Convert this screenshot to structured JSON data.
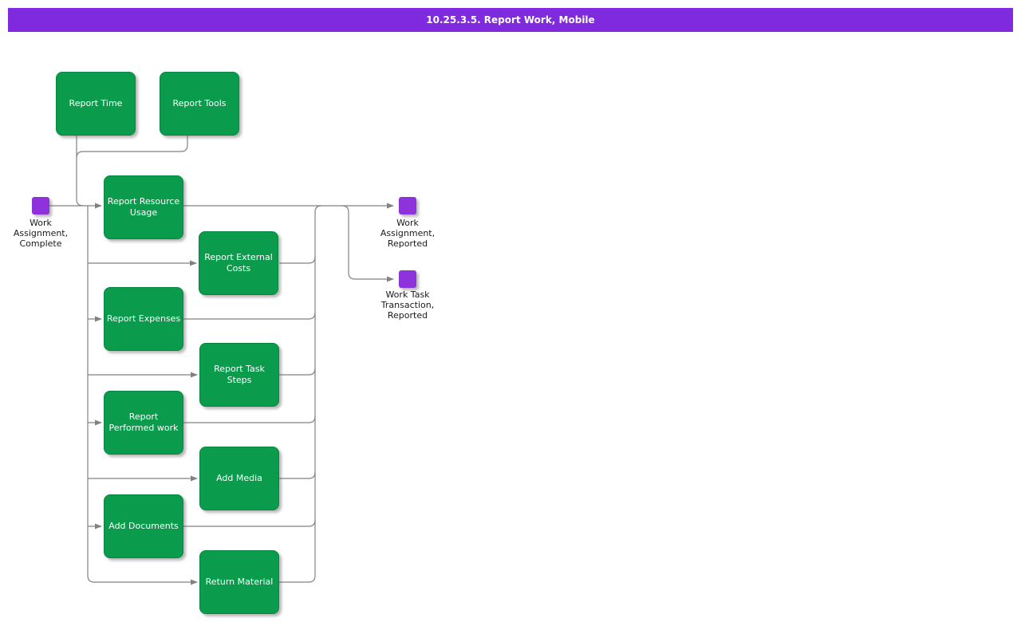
{
  "header": {
    "title": "10.25.3.5. Report Work, Mobile"
  },
  "colors": {
    "header_bg": "#7F2ADF",
    "header_text": "#FFFFFF",
    "activity_fill": "#0A9C4C",
    "activity_text": "#FFFFFF",
    "event_fill": "#8E32DB",
    "connector_line": "#828282",
    "label_text": "#1A1A1A",
    "page_bg": "#FFFFFF"
  },
  "activities": [
    {
      "label": "Report Time"
    },
    {
      "label": "Report Tools"
    },
    {
      "label": "Report Resource\nUsage"
    },
    {
      "label": "Report External\nCosts"
    },
    {
      "label": "Report Expenses"
    },
    {
      "label": "Report Task\nSteps"
    },
    {
      "label": "Report\nPerformed work"
    },
    {
      "label": "Add Media"
    },
    {
      "label": "Add Documents"
    },
    {
      "label": "Return Material"
    }
  ],
  "events": [
    {
      "label": "Work\nAssignment,\nComplete"
    },
    {
      "label": "Work\nAssignment,\nReported"
    },
    {
      "label": "Work Task\nTransaction,\nReported"
    }
  ]
}
